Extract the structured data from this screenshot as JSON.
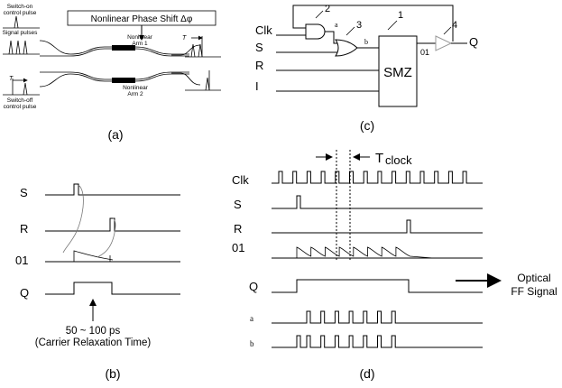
{
  "panels": {
    "a": {
      "caption": "(a)",
      "phase_shift_box": "Nonlinear Phase Shift Δφ",
      "switch_on_line1": "Switch-on",
      "switch_on_line2": "control pulse",
      "signal_pulses": "Signal pulses",
      "switch_off_line1": "Switch-off",
      "switch_off_line2": "control pulse",
      "arm1_line1": "Nonlinear",
      "arm1_line2": "Arm 1",
      "arm2_line1": "Nonlinear",
      "arm2_line2": "Arm 2",
      "period_left": "T",
      "period_right": "T"
    },
    "b": {
      "caption": "(b)",
      "signals": [
        "S",
        "R",
        "01",
        "Q"
      ],
      "annotation_line1": "50 ~ 100 ps",
      "annotation_line2": "(Carrier Relaxation Time)"
    },
    "c": {
      "caption": "(c)",
      "inputs": [
        "Clk",
        "S",
        "R",
        "I"
      ],
      "output": "Q",
      "gate_numbers": [
        "1",
        "2",
        "3",
        "4"
      ],
      "node_labels": {
        "a": "a",
        "b": "b",
        "o1": "01"
      },
      "block_label": "SMZ"
    },
    "d": {
      "caption": "(d)",
      "signals": [
        "Clk",
        "S",
        "R",
        "01",
        "Q",
        "a",
        "b"
      ],
      "tclock_main": "T",
      "tclock_sub": "clock",
      "output_line1": "Optical",
      "output_line2": "FF Signal"
    }
  }
}
